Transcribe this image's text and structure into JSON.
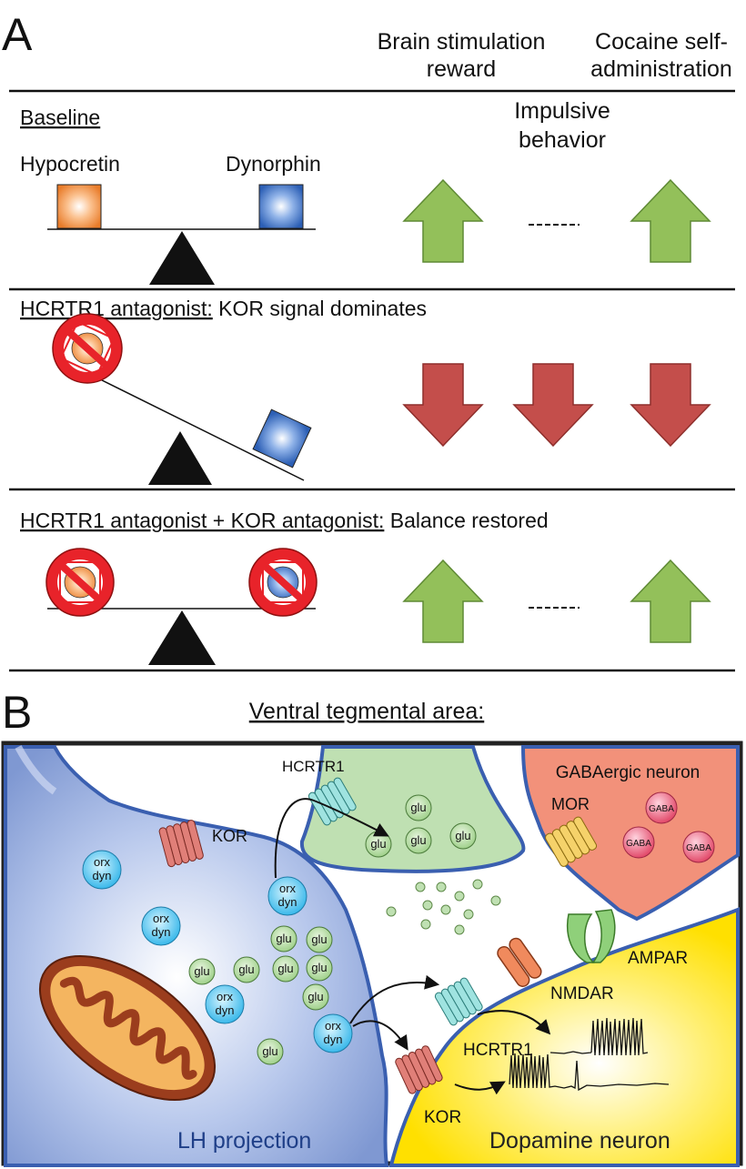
{
  "panel_a": {
    "letter": "A",
    "col_brain": [
      "Brain stimulation",
      "reward"
    ],
    "col_impulsive": [
      "Impulsive",
      "behavior"
    ],
    "col_cocaine": [
      "Cocaine self-",
      "administration"
    ],
    "row1": {
      "label": "Baseline",
      "hypocretin": "Hypocretin",
      "dynorphin": "Dynorphin",
      "arrows": [
        "up",
        "dash",
        "up"
      ]
    },
    "row2": {
      "label_u": "HCRTR1 antagonist:",
      "label_rest": " KOR signal dominates",
      "arrows": [
        "down",
        "down",
        "down"
      ]
    },
    "row3": {
      "label_u": "HCRTR1 antagonist + KOR antagonist:",
      "label_rest": " Balance restored",
      "arrows": [
        "up",
        "dash",
        "up"
      ]
    }
  },
  "panel_b": {
    "letter": "B",
    "title": "Ventral tegmental area:",
    "hcrtr1_top": "HCRTR1",
    "gaba_neuron": "GABAergic neuron",
    "mor": "MOR",
    "gaba": "GABA",
    "kor_top": "KOR",
    "glu": "glu",
    "orx": "orx",
    "dyn": "dyn",
    "ampar": "AMPAR",
    "nmdar": "NMDAR",
    "hcrtr1_bottom": "HCRTR1",
    "kor_bottom": "KOR",
    "lh": "LH projection",
    "dopamine": "Dopamine neuron"
  },
  "colors": {
    "up_arrow": "#93c05a",
    "down_arrow": "#c44e4b",
    "hypocretin": "#f08a3c",
    "dynorphin": "#3a6fc0",
    "blocker": "#e8232a",
    "lh_cell": "#8ea6d9",
    "dopamine_cell": "#ffe433",
    "gaba_cell": "#f2917a",
    "terminal": "#bfe0b2"
  }
}
